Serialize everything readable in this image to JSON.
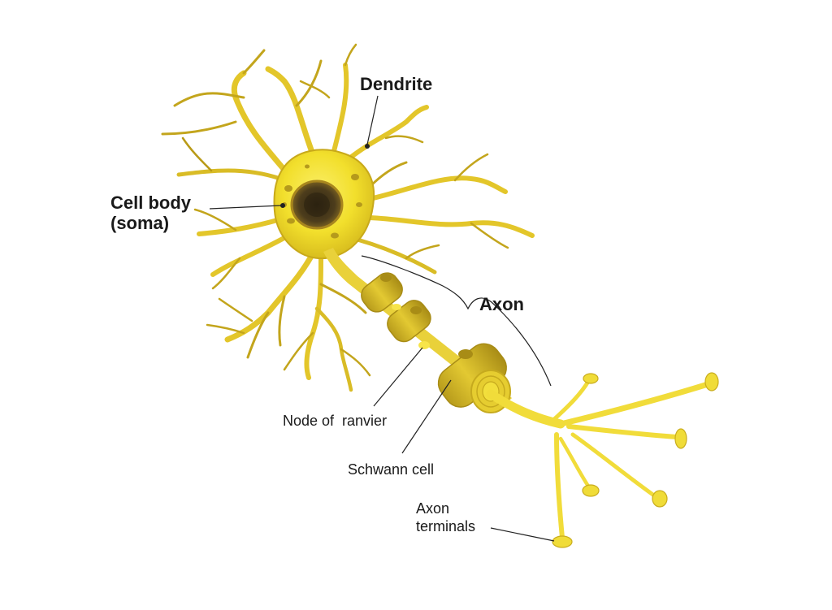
{
  "labels": {
    "dendrite": "Dendrite",
    "cell_body_line1": "Cell body",
    "cell_body_line2": "(soma)",
    "axon": "Axon",
    "node_of_ranvier": "Node of  ranvier",
    "schwann_cell": "Schwann cell",
    "axon_terminals_line1": "Axon",
    "axon_terminals_line2": "terminals"
  },
  "colors": {
    "background": "#ffffff",
    "cell_fill": "#f2df2c",
    "cell_edge": "#c8a91a",
    "dendrite_dark": "#b99a17",
    "dendrite_light": "#e8cd2a",
    "nucleus": "#4a3a1c",
    "nucleus_ring": "#a8861e",
    "myelin": "#d8bb28",
    "myelin_dark": "#a88c16",
    "terminal": "#f0dc38",
    "text": "#1a1a1a"
  }
}
